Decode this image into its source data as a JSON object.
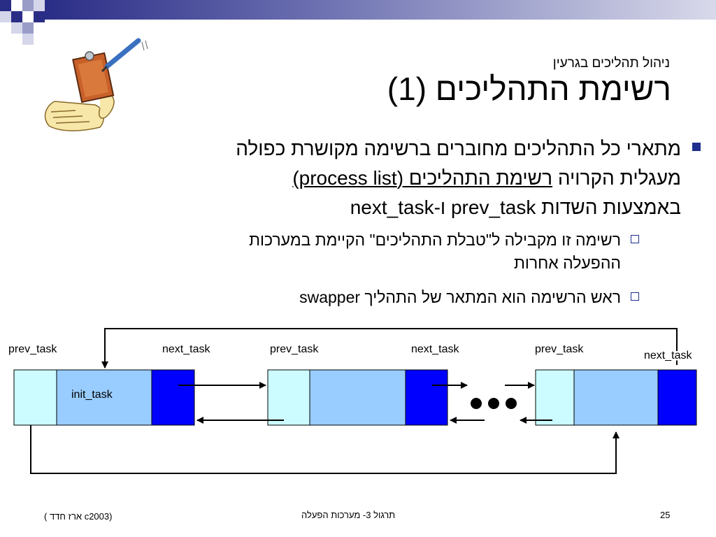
{
  "header": {
    "subtitle": "ניהול תהליכים בגרעין",
    "title": "רשימת התהליכים (1)"
  },
  "bullets": {
    "main_line1": "מתארי כל התהליכים מחוברים ברשימה מקושרת כפולה",
    "main_line2_pre": "מעגלית הקרויה",
    "main_line2_link": "רשימת התהליכים (process list)",
    "main_line3": "באמצעות השדות prev_task ו-next_task",
    "sub1_line1": "רשימה זו מקבילה ל\"טבלת התהליכים\" הקיימת במערכות",
    "sub1_line2": "ההפעלה אחרות",
    "sub2": "ראש הרשימה הוא המתאר של התהליך swapper"
  },
  "diagram": {
    "labels": {
      "prev_task_1": "prev_task",
      "next_task_1": "next_task",
      "prev_task_2": "prev_task",
      "next_task_2": "next_task",
      "prev_task_3": "prev_task",
      "next_task_3": "next_task",
      "init_task": "init_task"
    },
    "colors": {
      "light_cyan": "#ccfcff",
      "light_blue": "#99ccff",
      "dark_blue": "#0000ff"
    }
  },
  "footer": {
    "left": "(c2003 ארז חדד )",
    "center": "תרגול 3- מערכות הפעלה",
    "page": "25"
  }
}
